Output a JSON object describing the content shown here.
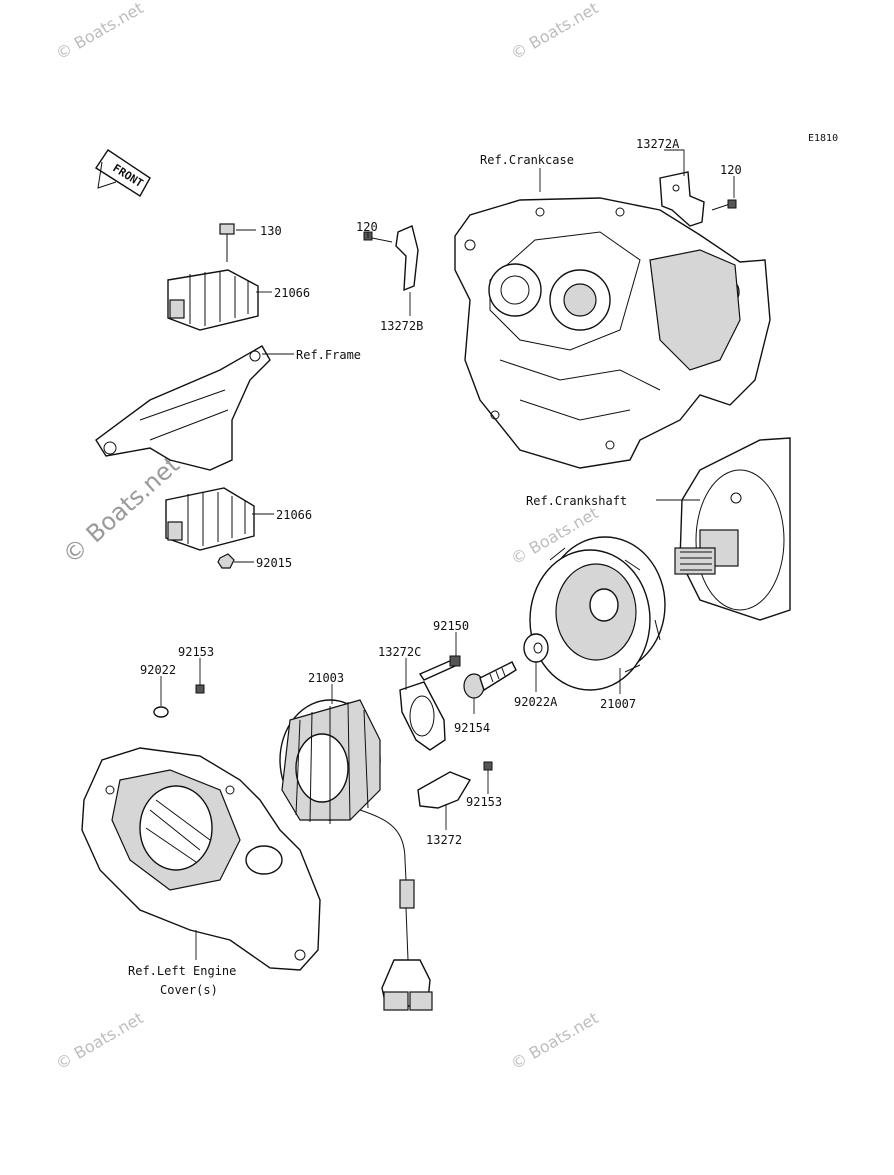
{
  "diagram": {
    "figure_code": "E1810",
    "front_label": "FRONT",
    "watermark": "© Boats.net",
    "labels": {
      "ref_crankcase": "Ref.Crankcase",
      "p13272A": "13272A",
      "p120_right": "120",
      "p120_left": "120",
      "p13272B": "13272B",
      "p130": "130",
      "p21066_top": "21066",
      "ref_frame": "Ref.Frame",
      "p21066_bottom": "21066",
      "p92015": "92015",
      "ref_crankshaft": "Ref.Crankshaft",
      "p92150": "92150",
      "p13272C": "13272C",
      "p21003": "21003",
      "p92153_left": "92153",
      "p92022": "92022",
      "p92154": "92154",
      "p92022A": "92022A",
      "p21007": "21007",
      "p92153_right": "92153",
      "p13272": "13272",
      "ref_left_engine_1": "Ref.Left Engine",
      "ref_left_engine_2": "Cover(s)"
    }
  }
}
